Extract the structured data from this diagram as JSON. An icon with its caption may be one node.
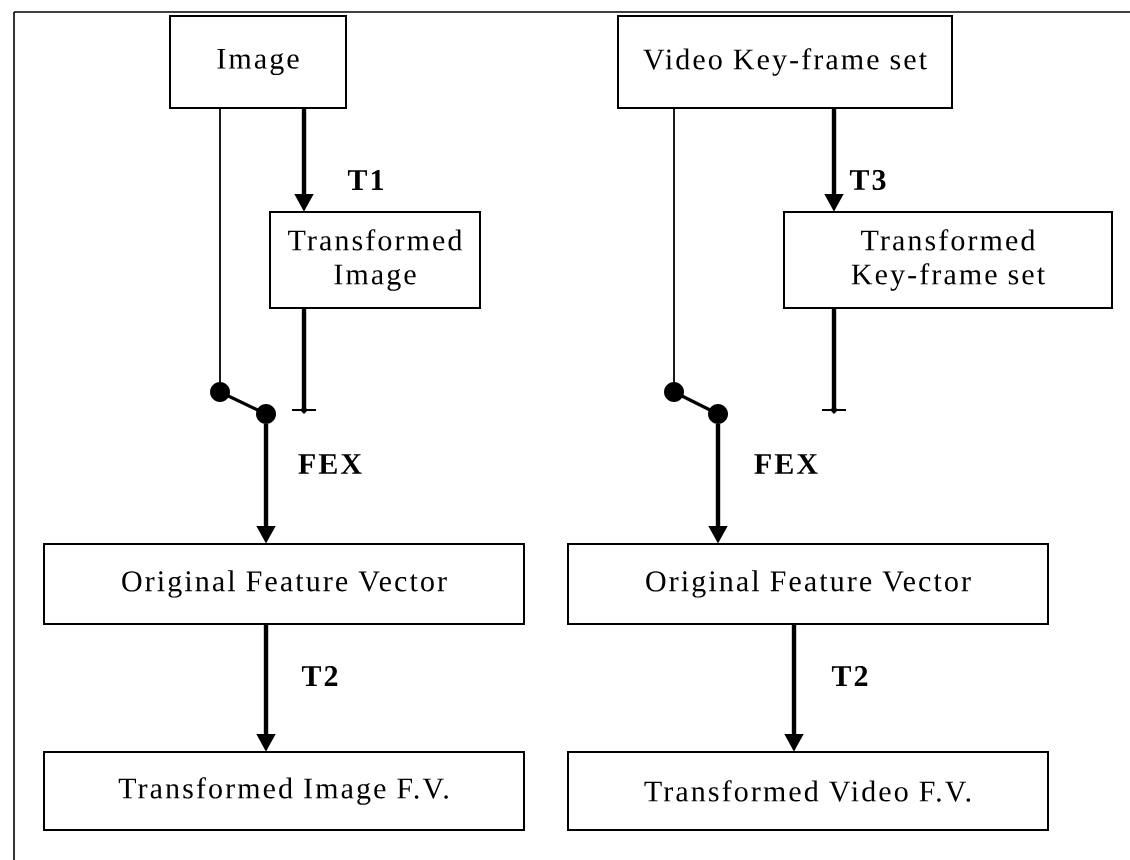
{
  "diagram": {
    "nodes": [
      {
        "text": [
          "Image"
        ]
      },
      {
        "text": [
          "Transformed Image"
        ]
      },
      {
        "text": [],
        "shape": "switch"
      },
      {
        "text": [
          "Original Feature Vector"
        ]
      },
      {
        "text": [
          "Transformed Image F.V."
        ]
      },
      {
        "text": [
          "Video Key-frame set"
        ]
      },
      {
        "text": [
          "Transformed Key-frame set"
        ]
      },
      {
        "text": [],
        "shape": "switch"
      },
      {
        "text": [
          "Original Feature Vector"
        ]
      },
      {
        "text": [
          "Transformed Video F.V."
        ]
      }
    ],
    "edges": [
      {
        "from": 0,
        "to": 1,
        "arrow": "to",
        "label": "T1"
      },
      {
        "from": 0,
        "to": 2,
        "arrow": "none"
      },
      {
        "from": 1,
        "to": 2,
        "arrow": "none"
      },
      {
        "from": 2,
        "to": 3,
        "arrow": "to",
        "label": "FEX"
      },
      {
        "from": 3,
        "to": 4,
        "arrow": "to",
        "label": "T2"
      },
      {
        "from": 5,
        "to": 6,
        "arrow": "to",
        "label": "T3"
      },
      {
        "from": 5,
        "to": 7,
        "arrow": "none"
      },
      {
        "from": 6,
        "to": 7,
        "arrow": "none"
      },
      {
        "from": 7,
        "to": 8,
        "arrow": "to",
        "label": "FEX"
      },
      {
        "from": 8,
        "to": 9,
        "arrow": "to",
        "label": "T2"
      }
    ]
  }
}
